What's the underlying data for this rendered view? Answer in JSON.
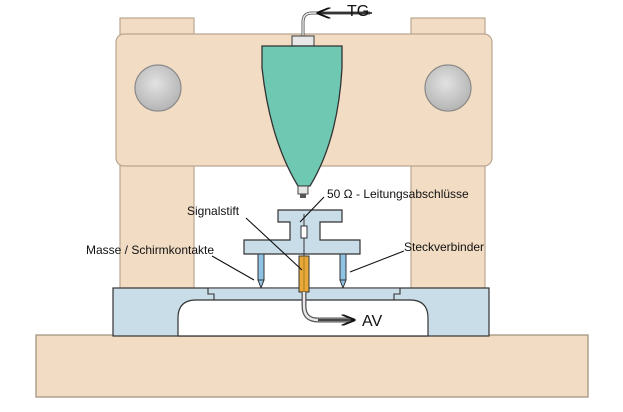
{
  "labels": {
    "tg": "TG",
    "terminations": "50 Ω - Leitungsabschlüsse",
    "signal_pin": "Signalstift",
    "ground_contacts": "Masse / Schirmkontakte",
    "connector": "Steckverbinder",
    "av": "AV"
  },
  "colors": {
    "frame": "#f2dcc4",
    "frame_stroke": "#b9a690",
    "tip_body": "#6fc8b2",
    "blue_part": "#c8dde8",
    "base": "#f2dcc4",
    "pin": "#e6a93a",
    "hole": "#cfcfcf"
  }
}
